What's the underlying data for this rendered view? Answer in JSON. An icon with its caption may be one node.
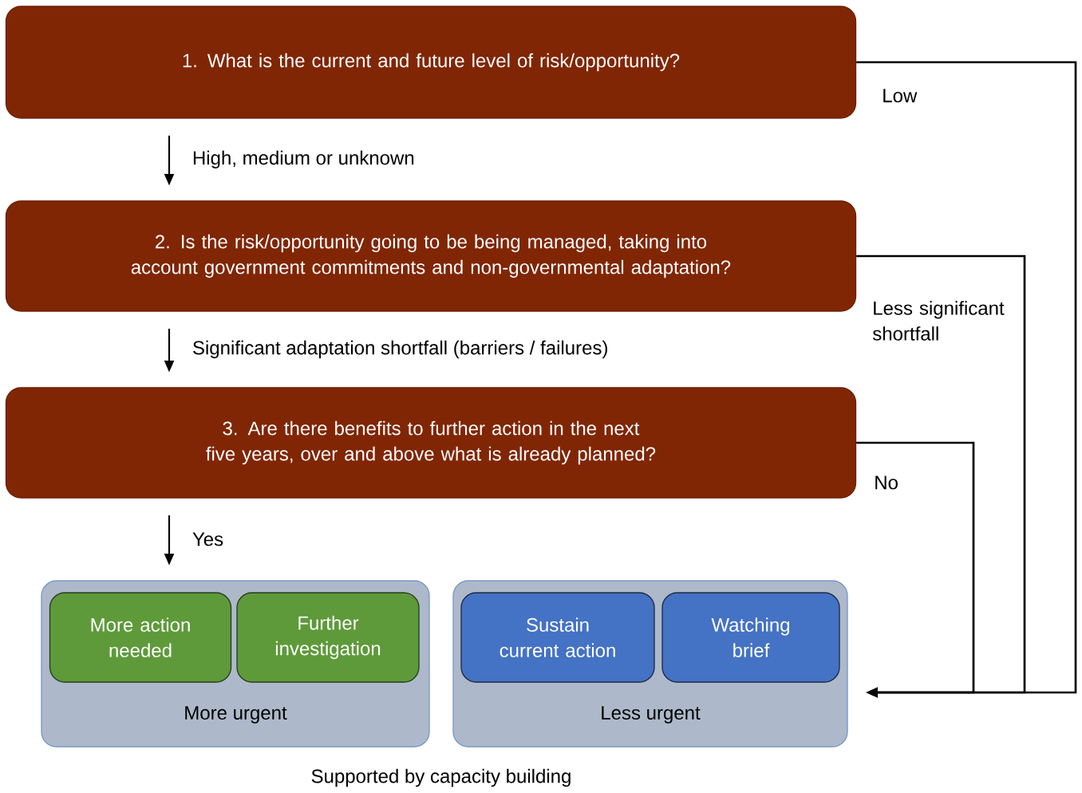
{
  "diagram": {
    "nodes": [
      {
        "text": [
          "1. What is the current and future level of risk/opportunity?"
        ]
      },
      {
        "text": [
          "2. Is the risk/opportunity going to be being managed, taking into account government commitments and non-governmental adaptation?"
        ]
      },
      {
        "text": [
          "3. Are there benefits to further action in the next five years, over and above what is already planned?"
        ]
      },
      {
        "text": [
          "More urgent"
        ]
      },
      {
        "text": [
          "More action needed"
        ],
        "in": 3
      },
      {
        "text": [
          "Further investigation"
        ],
        "in": 3
      },
      {
        "text": [
          "Less urgent"
        ]
      },
      {
        "text": [
          "Sustain current action"
        ],
        "in": 6
      },
      {
        "text": [
          "Watching brief"
        ],
        "in": 6
      }
    ],
    "edges": [
      {
        "from": 0,
        "to": 1,
        "arrow": "to",
        "label": "High, medium or unknown"
      },
      {
        "from": 1,
        "to": 2,
        "arrow": "to",
        "label": "Significant adaptation shortfall (barriers / failures)"
      },
      {
        "from": 2,
        "to": 3,
        "arrow": "to",
        "label": "Yes"
      },
      {
        "from": 0,
        "to": 6,
        "arrow": "to",
        "label": "Low"
      },
      {
        "from": 1,
        "to": 6,
        "arrow": "to",
        "label": "Less significant shortfall"
      },
      {
        "from": 2,
        "to": 6,
        "arrow": "to",
        "label": "No"
      }
    ],
    "labels": [
      "Supported by capacity building"
    ]
  }
}
